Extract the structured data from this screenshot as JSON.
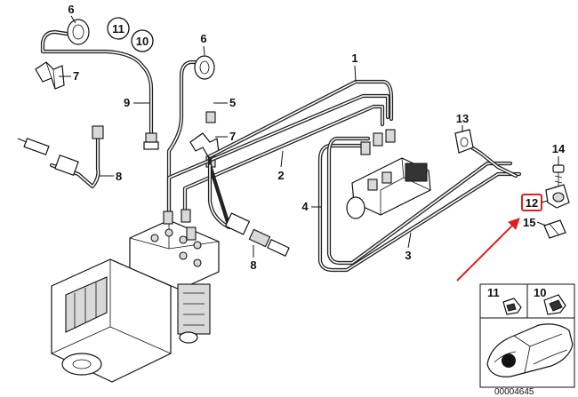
{
  "diagram_id": "00004645",
  "callouts": {
    "n1": "1",
    "n2": "2",
    "n3": "3",
    "n4": "4",
    "n5": "5",
    "n6a": "6",
    "n6b": "6",
    "n7a": "7",
    "n7b": "7",
    "n8a": "8",
    "n8b": "8",
    "n9": "9",
    "n10": "10",
    "n11": "11",
    "n12": "12",
    "n13": "13",
    "n14": "14",
    "n15": "15"
  },
  "inset": {
    "label_11": "11",
    "label_10": "10"
  },
  "colors": {
    "highlight": "#e02020",
    "line": "#111111"
  }
}
